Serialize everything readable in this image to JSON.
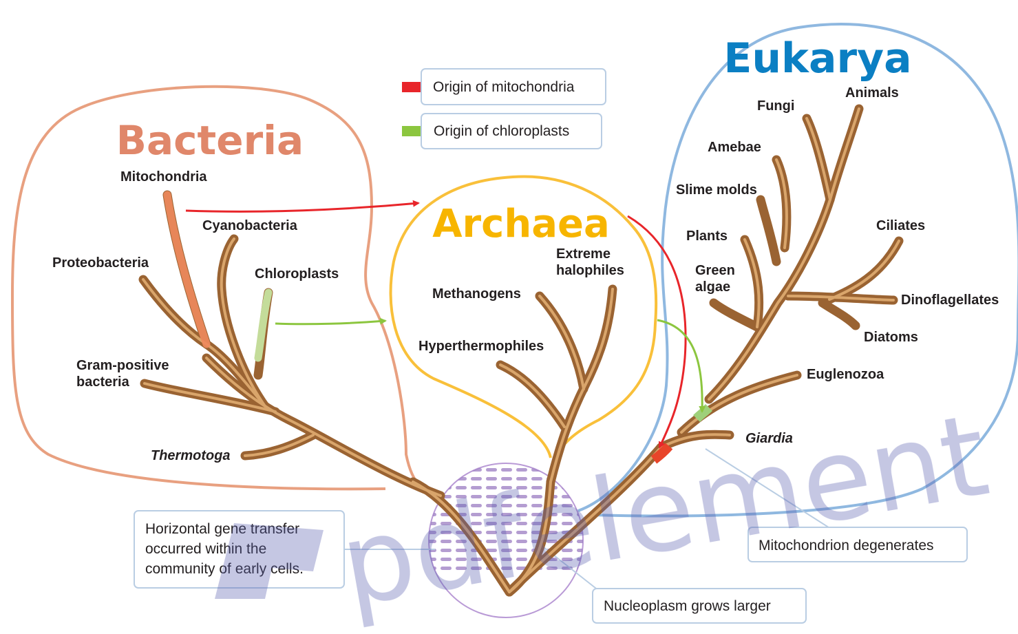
{
  "domains": {
    "bacteria": "Bacteria",
    "archaea": "Archaea",
    "eukarya": "Eukarya"
  },
  "legend": {
    "mitochondria": "Origin of mitochondria",
    "chloroplasts": "Origin of chloroplasts"
  },
  "bacteria_labels": {
    "mitochondria": "Mitochondria",
    "cyanobacteria": "Cyanobacteria",
    "proteobacteria": "Proteobacteria",
    "chloroplasts": "Chloroplasts",
    "gram_positive_1": "Gram-positive",
    "gram_positive_2": "bacteria",
    "thermotoga": "Thermotoga"
  },
  "archaea_labels": {
    "extreme_1": "Extreme",
    "extreme_2": "halophiles",
    "methanogens": "Methanogens",
    "hyperthermophiles": "Hyperthermophiles"
  },
  "eukarya_labels": {
    "animals": "Animals",
    "fungi": "Fungi",
    "amebae": "Amebae",
    "slime_molds": "Slime molds",
    "plants": "Plants",
    "ciliates": "Ciliates",
    "green_algae_1": "Green",
    "green_algae_2": "algae",
    "dinoflagellates": "Dinoflagellates",
    "diatoms": "Diatoms",
    "euglenozoa": "Euglenozoa",
    "giardia": "Giardia"
  },
  "callouts": {
    "hgt_1": "Horizontal gene transfer",
    "hgt_2": "occurred within the",
    "hgt_3": "community of early cells.",
    "nucleoplasm": "Nucleoplasm grows larger",
    "mito_degenerates": "Mitochondrion degenerates"
  },
  "watermark": "pdfelement",
  "colors": {
    "bacteria": "#e0876a",
    "archaea": "#f7b500",
    "eukarya": "#0b7fc3",
    "mitochondria": "#e8252a",
    "chloroplasts": "#8cc63f",
    "branch": "#9a6332"
  }
}
